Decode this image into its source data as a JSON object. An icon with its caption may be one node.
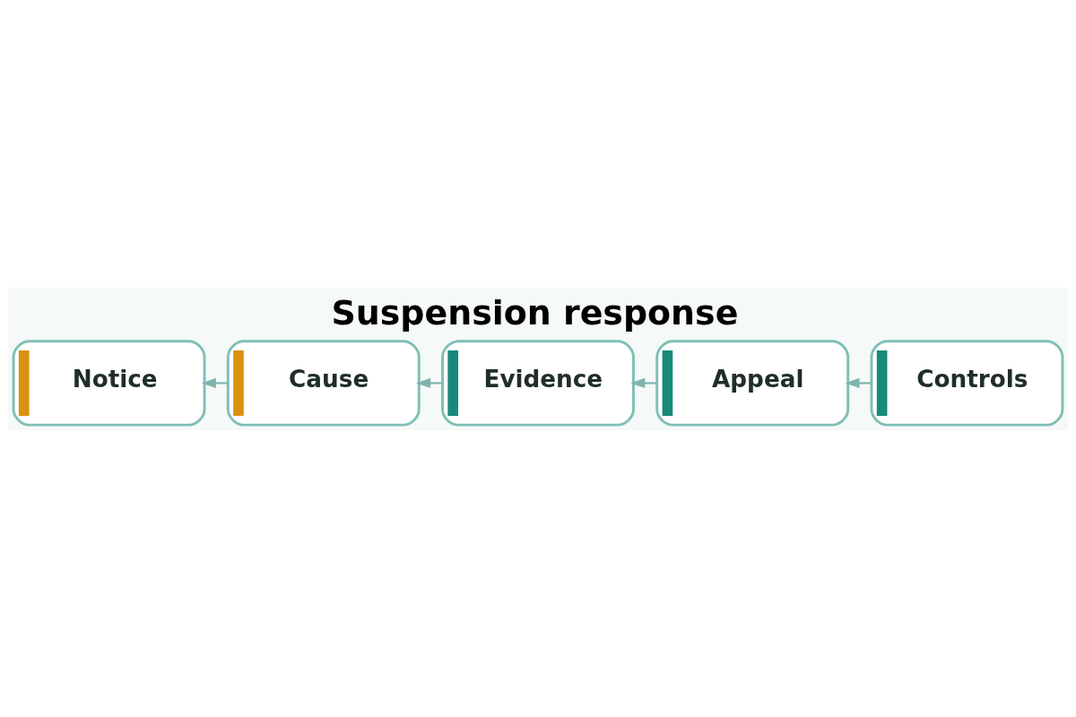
{
  "diagram": {
    "title": "Suspension response",
    "nodes": [
      {
        "text": [
          "Notice"
        ]
      },
      {
        "text": [
          "Cause"
        ]
      },
      {
        "text": [
          "Evidence"
        ]
      },
      {
        "text": [
          "Appeal"
        ]
      },
      {
        "text": [
          "Controls"
        ]
      }
    ],
    "edges": [
      {
        "from": 1,
        "to": 0,
        "arrow": "to"
      },
      {
        "from": 2,
        "to": 1,
        "arrow": "to"
      },
      {
        "from": 3,
        "to": 2,
        "arrow": "to"
      },
      {
        "from": 4,
        "to": 3,
        "arrow": "to"
      }
    ]
  }
}
